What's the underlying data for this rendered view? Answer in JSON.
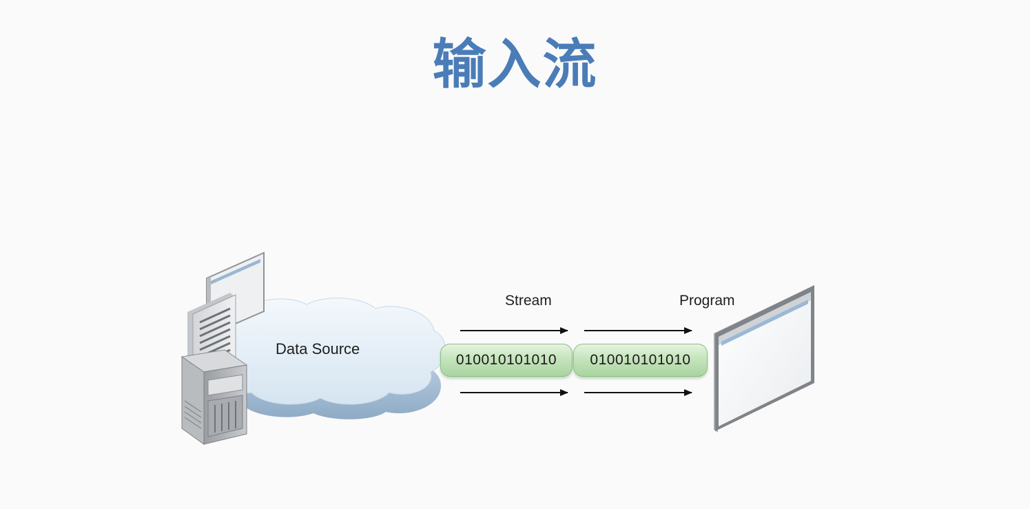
{
  "title": "输入流",
  "diagram": {
    "source_label": "Data Source",
    "stream_label": "Stream",
    "program_label": "Program",
    "packets": [
      "010010101010",
      "010010101010"
    ]
  },
  "colors": {
    "title": "#4a7cb8",
    "packet_fill": "#c5e4bc",
    "packet_border": "#8bbf83",
    "cloud": "#dbe8f3",
    "arrow": "#111111"
  },
  "icons": [
    "server-icon",
    "document-icon",
    "monitor-icon",
    "cloud-icon",
    "program-window-icon",
    "right-arrow-icon"
  ]
}
